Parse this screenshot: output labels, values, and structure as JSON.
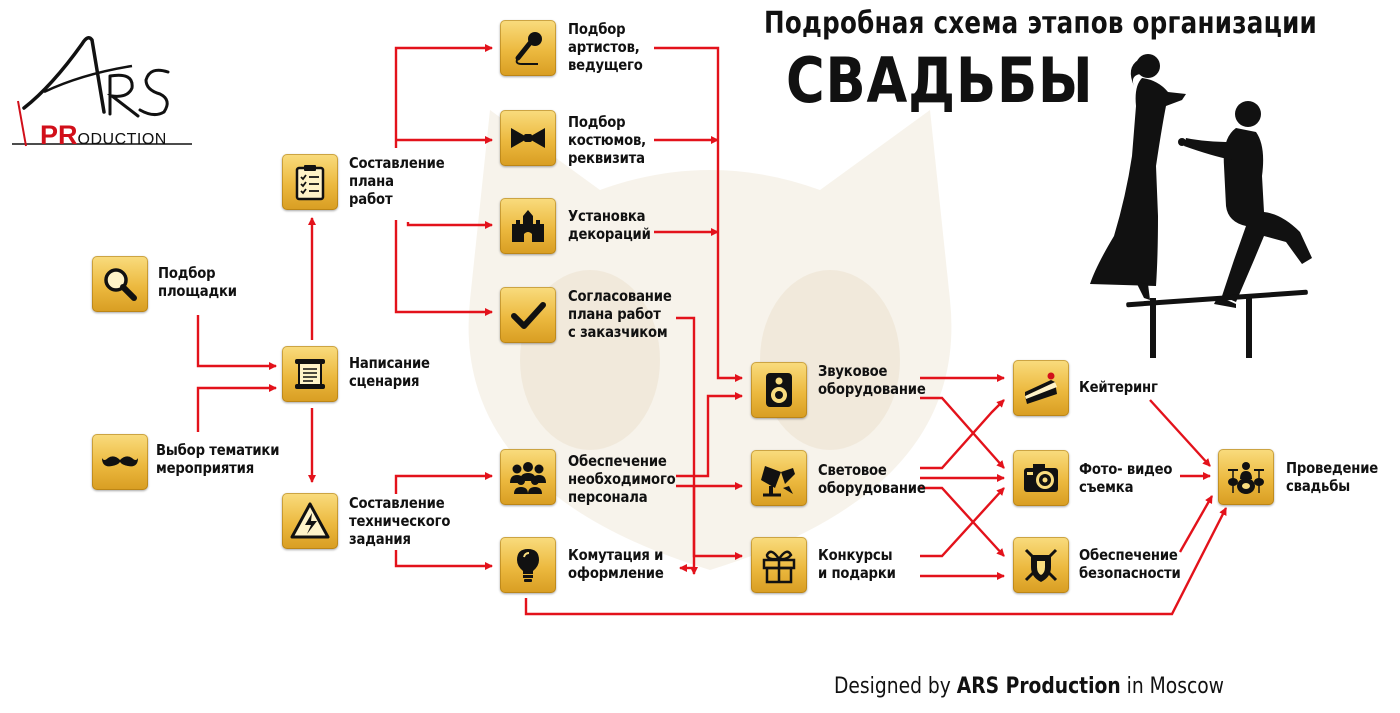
{
  "title": {
    "line1": "Подробная схема этапов организации",
    "line2": "СВАДЬБЫ"
  },
  "logo": {
    "mark": "ARS",
    "pr": "PR",
    "rest": "ODUCTION"
  },
  "credit": {
    "prefix": "Designed by ",
    "brand": "ARS Production",
    "suffix": " in Moscow"
  },
  "nodes": {
    "venue": {
      "label": "Подбор\nплощадки",
      "icon": "magnifier-icon"
    },
    "theme": {
      "label": "Выбор тематики\nмероприятия",
      "icon": "mustache-icon"
    },
    "script": {
      "label": "Написание\nсценария",
      "icon": "scroll-icon"
    },
    "plan": {
      "label": "Составление\nплана\nработ",
      "icon": "clipboard-icon"
    },
    "tech_spec": {
      "label": "Составление\nтехнического\nзадания",
      "icon": "high-voltage-icon"
    },
    "artists": {
      "label": "Подбор\nартистов,\nведущего",
      "icon": "microphone-icon"
    },
    "costumes": {
      "label": "Подбор\nкостюмов,\nреквизита",
      "icon": "bowtie-icon"
    },
    "decor": {
      "label": "Установка\nдекораций",
      "icon": "castle-icon"
    },
    "approval": {
      "label": "Согласование\nплана работ\nс заказчиком",
      "icon": "checkmark-icon"
    },
    "staff": {
      "label": "Обеспечение\nнеобходимого\nперсонала",
      "icon": "crowd-icon"
    },
    "wiring": {
      "label": "Комутация и\nоформление",
      "icon": "lightbulb-icon"
    },
    "sound": {
      "label": "Звуковое\nоборудование",
      "icon": "speaker-icon"
    },
    "light": {
      "label": "Световое\nоборудование",
      "icon": "spotlight-icon"
    },
    "contests": {
      "label": "Конкурсы\nи подарки",
      "icon": "gift-icon"
    },
    "catering": {
      "label": "Кейтеринг",
      "icon": "cake-icon"
    },
    "photo": {
      "label": "Фото- видео\nсъемка",
      "icon": "camera-icon"
    },
    "security": {
      "label": "Обеспечение\nбезопасности",
      "icon": "shield-swords-icon"
    },
    "wedding": {
      "label": "Проведение\nсвадьбы",
      "icon": "drum-kit-icon"
    }
  },
  "colors": {
    "arrow": "#e3121b",
    "icon_gold": "#ecb93f",
    "brand_red": "#d10f1a"
  }
}
